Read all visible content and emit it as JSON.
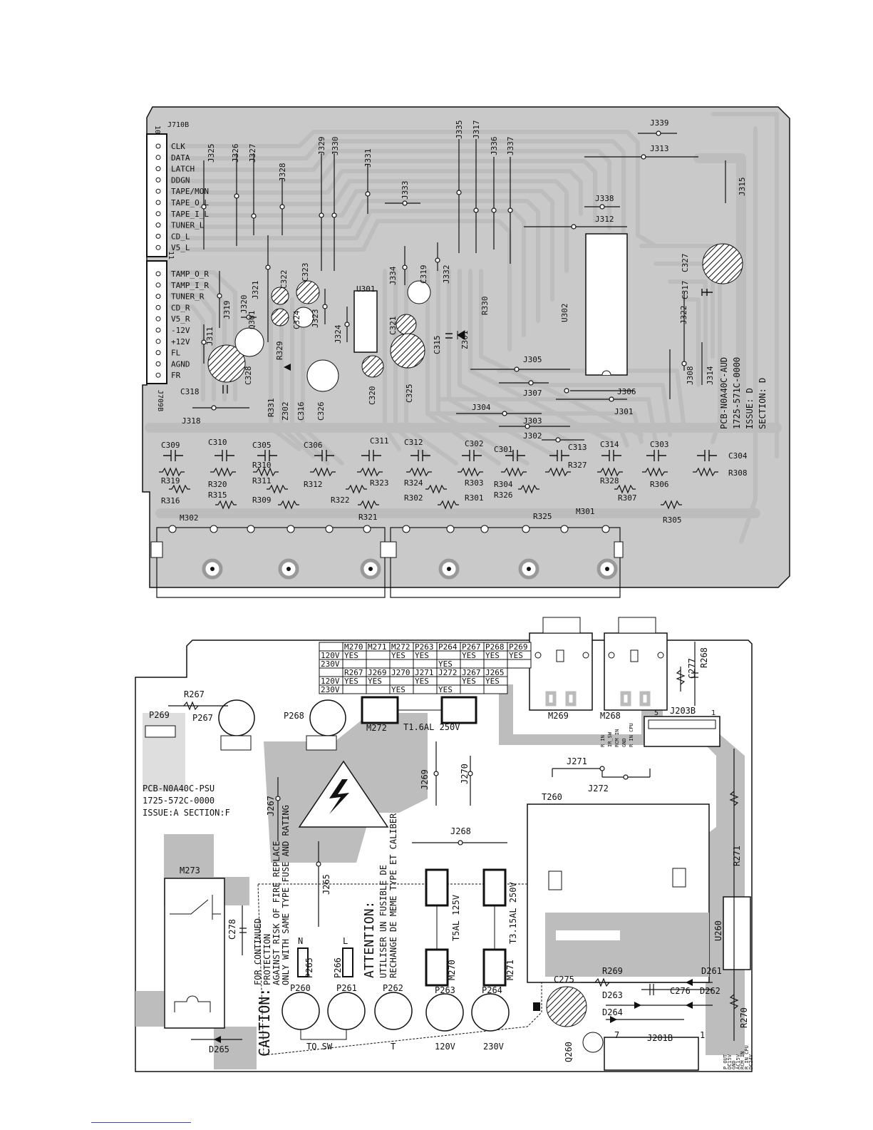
{
  "aud_board": {
    "pcb_label": "PCB-N0A40C-AUD",
    "part_no": "1725-571C-0000",
    "issue": "ISSUE: D",
    "section": "SECTION: D",
    "connector_top": "J710B",
    "connector_bottom": "J709B",
    "pin_marker_top": "10",
    "pin_marker_bottom": "11",
    "pins_top": [
      "CLK",
      "DATA",
      "LATCH",
      "DDGN",
      "TAPE/MON",
      "TAPE_O_L",
      "TAPE_I_L",
      "TUNER_L",
      "CD_L",
      "V5_L"
    ],
    "pins_bottom": [
      "TAMP_O_R",
      "TAMP_I_R",
      "TUNER_R",
      "CD_R",
      "V5_R",
      "-12V",
      "+12V",
      "FL",
      "AGND",
      "FR"
    ],
    "jumpers": [
      "J325",
      "J326",
      "J327",
      "J328",
      "J329",
      "J330",
      "J331",
      "J333",
      "J335",
      "J317",
      "J336",
      "J337",
      "J339",
      "J313",
      "J315",
      "J338",
      "J312",
      "J321",
      "J320",
      "J319",
      "J311",
      "J323",
      "J324",
      "J334",
      "J332",
      "J322",
      "J305",
      "J307",
      "J306",
      "J304",
      "J301",
      "J303",
      "J302",
      "J318",
      "J308",
      "J314"
    ],
    "caps": [
      "C322",
      "C323",
      "C324",
      "C319",
      "C321",
      "C315",
      "C320",
      "C325",
      "C326",
      "C316",
      "C328",
      "C318",
      "C327",
      "C317",
      "C309",
      "C310",
      "C305",
      "C306",
      "C311",
      "C312",
      "C302",
      "C301",
      "C313",
      "C314",
      "C303",
      "C304"
    ],
    "resistors": [
      "R330",
      "R329",
      "R331",
      "R319",
      "R320",
      "R310",
      "R311",
      "R312",
      "R323",
      "R324",
      "R303",
      "R304",
      "R327",
      "R328",
      "R306",
      "R308",
      "R316",
      "R315",
      "R309",
      "R322",
      "R321",
      "R302",
      "R301",
      "R326",
      "R325",
      "R307",
      "R305"
    ],
    "ics": [
      "U301",
      "U302",
      "Q301",
      "Z301",
      "Z302"
    ],
    "modules": [
      "M302",
      "M301"
    ]
  },
  "psu_board": {
    "pcb_label": "PCB-N0A40C-PSU",
    "part_no": "1725-572C-0000",
    "issue_section": "ISSUE:A SECTION:F",
    "table1_header": [
      "",
      "M270",
      "M271",
      "M272",
      "P263",
      "P264",
      "P267",
      "P268",
      "P269"
    ],
    "table1_rows": [
      [
        "120V",
        "YES",
        "",
        "YES",
        "YES",
        "",
        "YES",
        "YES",
        "YES"
      ],
      [
        "230V",
        "",
        "",
        "",
        "",
        "YES",
        "",
        "",
        ""
      ]
    ],
    "table2_header": [
      "",
      "R267",
      "J269",
      "J270",
      "J271",
      "J272",
      "J267",
      "J265"
    ],
    "table2_rows": [
      [
        "120V",
        "YES",
        "YES",
        "",
        "YES",
        "",
        "YES",
        "YES"
      ],
      [
        "230V",
        "",
        "",
        "YES",
        "",
        "YES",
        "",
        ""
      ]
    ],
    "caution_title": "CAUTION:",
    "caution_lines": [
      "FOR CONTINUED",
      "PROTECTION",
      "AGAINST RISK OF FIRE REPLACE",
      "ONLY WITH SAME TYPE FUSE AND RATING"
    ],
    "attention_title": "ATTENTION:",
    "attention_lines": [
      "UTILISER UN FUSIBLE DE",
      "RECHANGE DE MEME TYPE ET CALIBER"
    ],
    "fuse_main": "T1.6AL  250V",
    "fuse_120": "T5AL  125V",
    "fuse_230": "T3.15AL  250V",
    "terminals": [
      "P260",
      "P261",
      "P262",
      "P263",
      "P264"
    ],
    "terminal_labels": [
      "TO SW",
      "T",
      "120V",
      "230V"
    ],
    "parts": [
      "R267",
      "P269",
      "P267",
      "P268",
      "M272",
      "M269",
      "M268",
      "C277",
      "R268",
      "J203B",
      "J267",
      "J269",
      "J270",
      "J271",
      "J272",
      "T260",
      "J268",
      "J265",
      "M273",
      "C278",
      "P265",
      "P266",
      "M270",
      "M271",
      "R271",
      "U260",
      "C275",
      "R269",
      "D261",
      "D263",
      "C276",
      "D262",
      "D264",
      "R270",
      "Q260",
      "J201B",
      "D265"
    ],
    "pin_labels_j203b": [
      "R IN",
      "IR_SW",
      "RCM IN",
      "GND",
      "R IN CPU"
    ],
    "pin_labels_j201b": [
      "P_OUT",
      "DC15V",
      "GND",
      "AC15V",
      "RCM IN",
      "R IN CPU",
      "DC24V"
    ],
    "pin_n": "N",
    "pin_l": "L",
    "j203b_pin_left": "5",
    "j203b_pin_right": "1",
    "j201b_pin_left": "7",
    "j201b_pin_right": "1"
  }
}
